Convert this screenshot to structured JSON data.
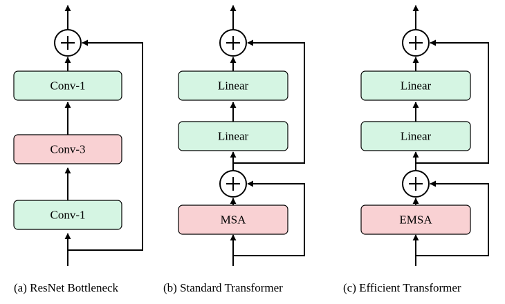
{
  "colors": {
    "green": "#d5f5e3",
    "red": "#f9d1d3",
    "stroke": "#000000",
    "background": "#ffffff"
  },
  "icons": {
    "adder": "circle-plus-icon"
  },
  "panels": [
    {
      "caption": "(a) ResNet Bottleneck",
      "blocks": [
        {
          "label": "Conv-1",
          "color": "green"
        },
        {
          "label": "Conv-3",
          "color": "red"
        },
        {
          "label": "Conv-1",
          "color": "green"
        }
      ]
    },
    {
      "caption": "(b) Standard Transformer",
      "blocks": [
        {
          "label": "Linear",
          "color": "green"
        },
        {
          "label": "Linear",
          "color": "green"
        },
        {
          "label": "MSA",
          "color": "red"
        }
      ]
    },
    {
      "caption": "(c) Efficient Transformer",
      "blocks": [
        {
          "label": "Linear",
          "color": "green"
        },
        {
          "label": "Linear",
          "color": "green"
        },
        {
          "label": "EMSA",
          "color": "red"
        }
      ]
    }
  ]
}
